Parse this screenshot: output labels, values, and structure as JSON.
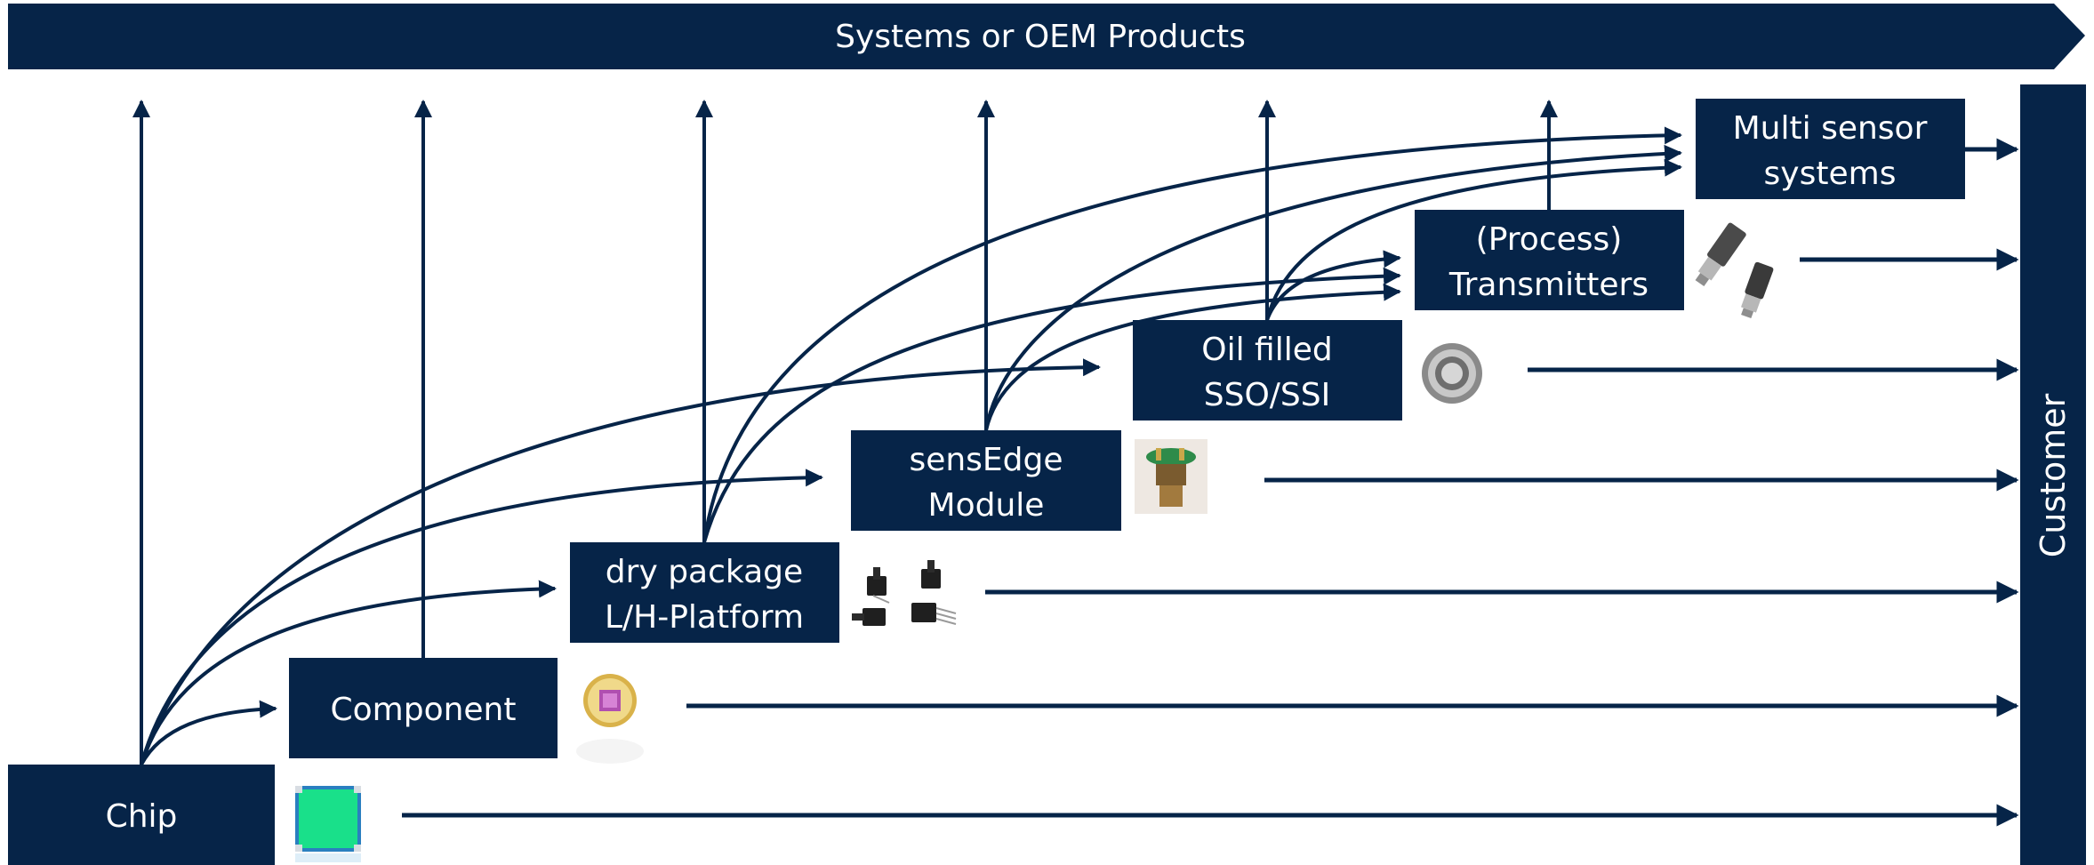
{
  "banner": {
    "label": "Systems or OEM Products"
  },
  "customer": {
    "label": "Customer"
  },
  "stages": {
    "chip": {
      "lines": [
        "Chip"
      ],
      "image": "chip-die-icon"
    },
    "component": {
      "lines": [
        "Component"
      ],
      "image": "to-can-sensor-icon"
    },
    "dry_package": {
      "lines": [
        "dry package",
        "L/H-Platform"
      ],
      "image": "dip-sensor-packages-icon"
    },
    "sensedge": {
      "lines": [
        "sensEdge",
        "Module"
      ],
      "image": "sensor-module-icon"
    },
    "oil_filled": {
      "lines": [
        "Oil filled",
        "SSO/SSI"
      ],
      "image": "oil-filled-cell-icon"
    },
    "transmitters": {
      "lines": [
        "(Process)",
        "Transmitters"
      ],
      "image": "pressure-transmitter-icon"
    },
    "multi_sensor": {
      "lines": [
        "Multi sensor",
        "systems"
      ]
    }
  },
  "colors": {
    "navy": "#062448",
    "white": "#ffffff"
  }
}
